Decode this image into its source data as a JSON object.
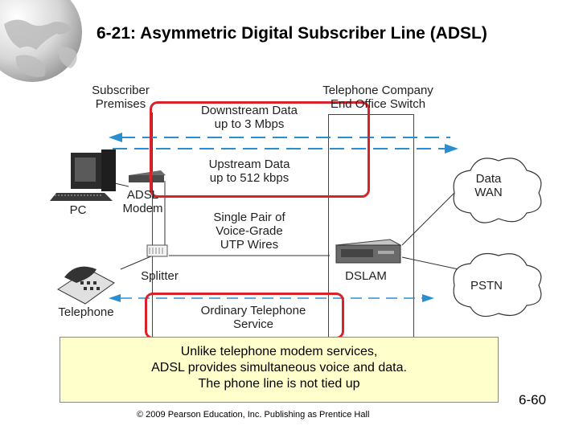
{
  "slide": {
    "title": "6-21: Asymmetric Digital Subscriber Line (ADSL)",
    "slide_number": "6-60",
    "copyright": "© 2009 Pearson Education, Inc.  Publishing as Prentice Hall"
  },
  "diagram": {
    "subscriber_premises": [
      "Subscriber",
      "Premises"
    ],
    "telco_switch": [
      "Telephone Company",
      "End Office Switch"
    ],
    "downstream": [
      "Downstream Data",
      "up to 3 Mbps"
    ],
    "upstream": [
      "Upstream Data",
      "up to 512 kbps"
    ],
    "single_pair": [
      "Single Pair of",
      "Voice-Grade",
      "UTP Wires"
    ],
    "pc": "PC",
    "adsl_modem": [
      "ADSL",
      "Modem"
    ],
    "splitter": "Splitter",
    "telephone": "Telephone",
    "dslam": "DSLAM",
    "ordinary_service": [
      "Ordinary Telephone",
      "Service"
    ],
    "data_wan": [
      "Data",
      "WAN"
    ],
    "pstn": "PSTN"
  },
  "callout": {
    "line1": "Unlike telephone modem services,",
    "line2": "ADSL provides simultaneous voice and data.",
    "line3": "The phone line is not tied up"
  },
  "colors": {
    "highlight_red": "#d9232a",
    "flow_blue": "#2a8fd0",
    "callout_bg": "#ffffcc"
  }
}
